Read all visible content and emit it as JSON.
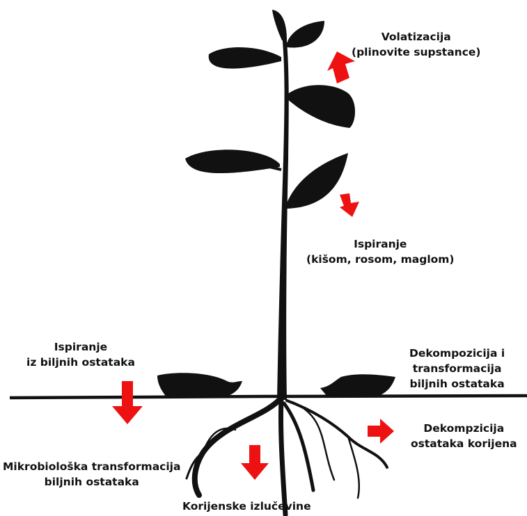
{
  "colors": {
    "plant": "#111111",
    "arrow": "#ee1111",
    "background": "#ffffff"
  },
  "labels": {
    "volatilization": {
      "line1": "Volatizacija",
      "line2": "(plinovite supstance)"
    },
    "leaching_leaves": {
      "line1": "Ispiranje",
      "line2": "(kišom, rosom, maglom)"
    },
    "leaching_residues": {
      "line1": "Ispiranje",
      "line2": "iz biljnih ostataka"
    },
    "decomposition_residues": {
      "line1": "Dekompozicija i",
      "line2": "transformacija",
      "line3": "biljnih ostataka"
    },
    "decomposition_roots": {
      "line1": "Dekompzicija",
      "line2": "ostataka korijena"
    },
    "microbial": {
      "line1": "Mikrobiološka transformacija",
      "line2": "biljnih ostataka"
    },
    "root_exudates": {
      "line1": "Korijenske izlučevine"
    }
  }
}
